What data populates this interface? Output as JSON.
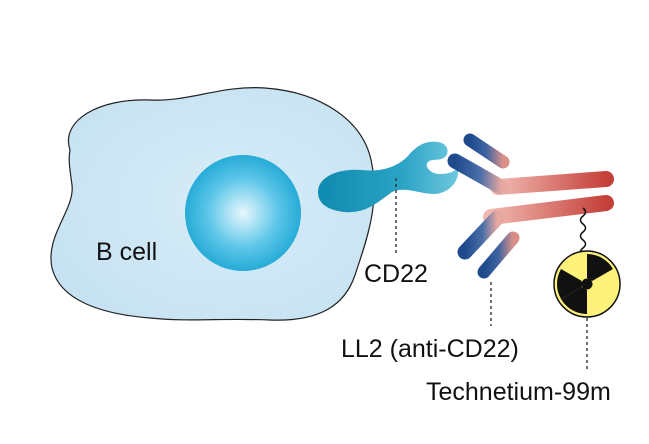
{
  "labels": {
    "b_cell": "B cell",
    "cd22": "CD22",
    "ll2": "LL2 (anti-CD22)",
    "technetium": "Technetium-99m"
  },
  "colors": {
    "cell_fill": "#cfe6f4",
    "nucleus_center": "#e6f6fd",
    "nucleus_edge": "#1aa8d6",
    "receptor": "#1c93b3",
    "antibody_dark_blue": "#1f4a8c",
    "antibody_heavy_chain": "#c8443c",
    "antibody_light_pink": "#f0b8b0",
    "radiation_yellow": "#fff27a",
    "outline": "#222222"
  }
}
